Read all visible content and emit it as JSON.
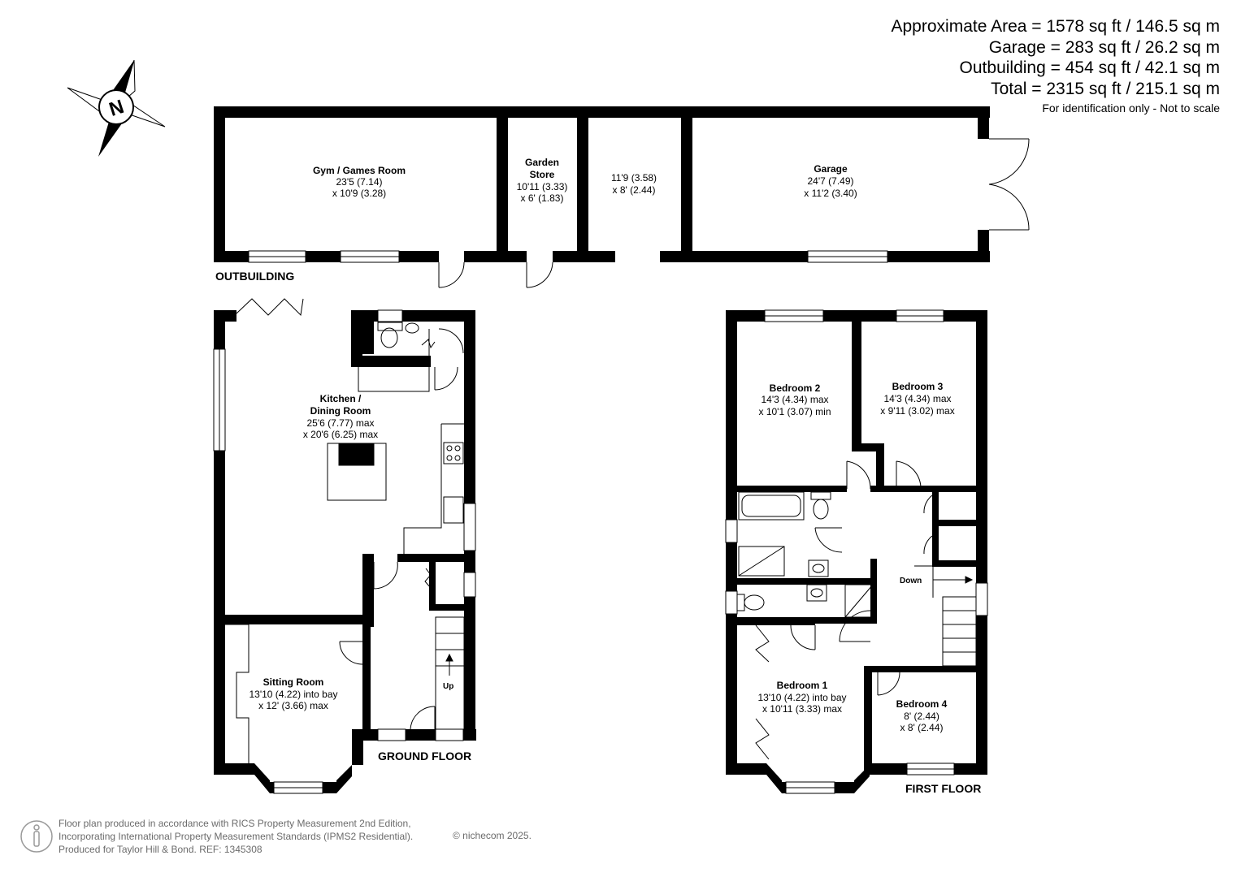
{
  "header": {
    "approx_area": "Approximate Area = 1578 sq ft / 146.5 sq m",
    "garage_area": "Garage = 283 sq ft / 26.2 sq m",
    "outbuilding_area": "Outbuilding = 454 sq ft / 42.1 sq m",
    "total_area": "Total = 2315 sq ft / 215.1 sq m",
    "note": "For identification only - Not to scale"
  },
  "compass": {
    "letter": "N",
    "icon": "compass-icon"
  },
  "sections": {
    "outbuilding": "OUTBUILDING",
    "ground_floor": "GROUND FLOOR",
    "first_floor": "FIRST FLOOR"
  },
  "rooms": {
    "gym": {
      "name": "Gym / Games Room",
      "dim1": "23'5 (7.14)",
      "dim2": "x 10'9 (3.28)"
    },
    "garden_store": {
      "name1": "Garden",
      "name2": "Store",
      "dim1": "10'11 (3.33)",
      "dim2": "x 6' (1.83)"
    },
    "unnamed": {
      "dim1": "11'9 (3.58)",
      "dim2": "x 8' (2.44)"
    },
    "garage": {
      "name": "Garage",
      "dim1": "24'7 (7.49)",
      "dim2": "x 11'2 (3.40)"
    },
    "kitchen": {
      "name1": "Kitchen /",
      "name2": "Dining Room",
      "dim1": "25'6 (7.77) max",
      "dim2": "x 20'6 (6.25) max"
    },
    "sitting": {
      "name": "Sitting Room",
      "dim1": "13'10 (4.22) into bay",
      "dim2": "x 12' (3.66) max"
    },
    "bedroom1": {
      "name": "Bedroom 1",
      "dim1": "13'10 (4.22) into bay",
      "dim2": "x 10'11 (3.33) max"
    },
    "bedroom2": {
      "name": "Bedroom 2",
      "dim1": "14'3 (4.34) max",
      "dim2": "x 10'1 (3.07) min"
    },
    "bedroom3": {
      "name": "Bedroom 3",
      "dim1": "14'3 (4.34) max",
      "dim2": "x 9'11 (3.02) max"
    },
    "bedroom4": {
      "name": "Bedroom 4",
      "dim1": "8' (2.44)",
      "dim2": "x 8' (2.44)"
    }
  },
  "stairs": {
    "up": "Up",
    "down": "Down"
  },
  "footer": {
    "line1": "Floor plan produced in accordance with RICS Property Measurement 2nd Edition,",
    "line2": "Incorporating International Property Measurement Standards (IPMS2 Residential).",
    "line3": "Produced for Taylor Hill & Bond.   REF:  1345308",
    "copyright": "© nichecom 2025."
  }
}
